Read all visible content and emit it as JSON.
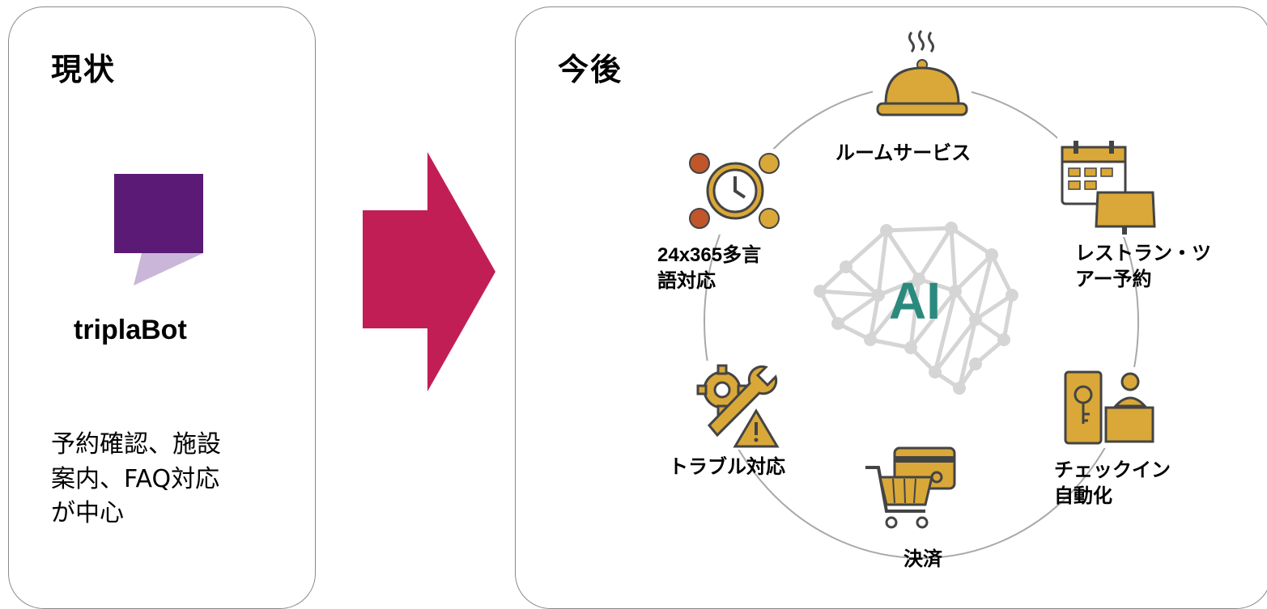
{
  "current": {
    "title": "現状",
    "bot_name": "triplaBot",
    "description": "予約確認、施設\n案内、FAQ対応\nが中心",
    "logo_color": "#5b1a75",
    "logo_tail_color": "#c9b6d9"
  },
  "future": {
    "title": "今後",
    "center_label": "AI",
    "center_color": "#2a8a7e",
    "features": {
      "room_service": "ルームサービス",
      "restaurant_tour": "レストラン・ツ\nアー予約",
      "checkin": "チェックイン\n自動化",
      "payment": "決済",
      "trouble": "トラブル対応",
      "multilingual": "24x365多言\n語対応"
    },
    "icons": [
      "cloche-icon",
      "calendar-dining-icon",
      "checkin-desk-icon",
      "shopping-cart-card-icon",
      "gear-wrench-warning-icon",
      "clock-language-icon"
    ],
    "icon_color": "#d9a838"
  },
  "arrow_color": "#c21e56"
}
